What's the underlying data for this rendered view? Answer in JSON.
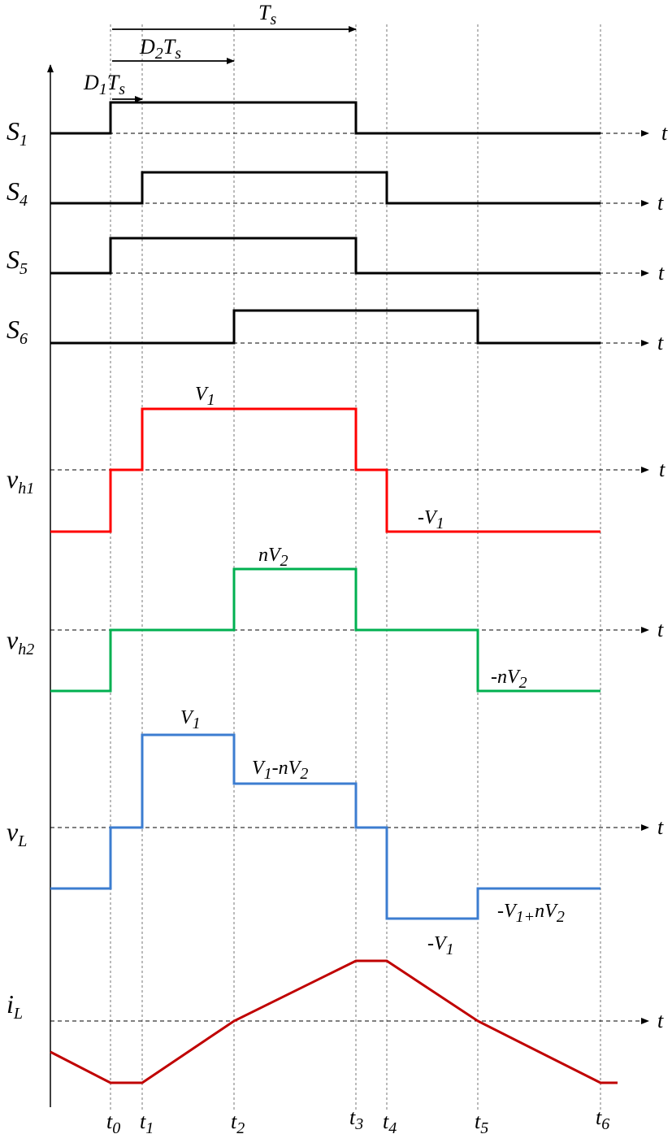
{
  "time_axis_label": "t",
  "time_marks": [
    {
      "id": "t0",
      "base": "t",
      "sub": "0"
    },
    {
      "id": "t1",
      "base": "t",
      "sub": "1"
    },
    {
      "id": "t2",
      "base": "t",
      "sub": "2"
    },
    {
      "id": "t3",
      "base": "t",
      "sub": "3"
    },
    {
      "id": "t4",
      "base": "t",
      "sub": "4"
    },
    {
      "id": "t5",
      "base": "t",
      "sub": "5"
    },
    {
      "id": "t6",
      "base": "t",
      "sub": "6"
    }
  ],
  "period_arrows": [
    {
      "id": "ts",
      "parts": [
        [
          "T",
          ""
        ],
        [
          "s",
          "sub"
        ]
      ]
    },
    {
      "id": "d2ts",
      "parts": [
        [
          "D",
          ""
        ],
        [
          "2",
          "sub"
        ],
        [
          "T",
          ""
        ],
        [
          "s",
          "sub"
        ]
      ]
    },
    {
      "id": "d1ts",
      "parts": [
        [
          "D",
          ""
        ],
        [
          "1",
          "sub"
        ],
        [
          "T",
          ""
        ],
        [
          "s",
          "sub"
        ]
      ]
    }
  ],
  "signals": [
    {
      "id": "s1",
      "base": "S",
      "sub": "1",
      "color": "#000000"
    },
    {
      "id": "s4",
      "base": "S",
      "sub": "4",
      "color": "#000000"
    },
    {
      "id": "s5",
      "base": "S",
      "sub": "5",
      "color": "#000000"
    },
    {
      "id": "s6",
      "base": "S",
      "sub": "6",
      "color": "#000000"
    },
    {
      "id": "vh1",
      "base": "v",
      "sub": "h1",
      "color": "#ff0000"
    },
    {
      "id": "vh2",
      "base": "v",
      "sub": "h2",
      "color": "#00b050"
    },
    {
      "id": "vl",
      "base": "v",
      "sub": "L",
      "color": "#3c7dd0"
    },
    {
      "id": "il",
      "base": "i",
      "sub": "L",
      "color": "#c00000"
    }
  ],
  "annotations": [
    {
      "id": "vh1-high",
      "parts": [
        [
          "V",
          ""
        ],
        [
          "1",
          "sub"
        ]
      ]
    },
    {
      "id": "vh1-low",
      "parts": [
        [
          "-V",
          ""
        ],
        [
          "1",
          "sub"
        ]
      ]
    },
    {
      "id": "vh2-high",
      "parts": [
        [
          "nV",
          ""
        ],
        [
          "2",
          "sub"
        ]
      ]
    },
    {
      "id": "vh2-low",
      "parts": [
        [
          "-nV",
          ""
        ],
        [
          "2",
          "sub"
        ]
      ]
    },
    {
      "id": "vl-v1",
      "parts": [
        [
          "V",
          ""
        ],
        [
          "1",
          "sub"
        ]
      ]
    },
    {
      "id": "vl-diff",
      "parts": [
        [
          "V",
          ""
        ],
        [
          "1",
          "sub"
        ],
        [
          "-nV",
          ""
        ],
        [
          "2",
          "sub"
        ]
      ]
    },
    {
      "id": "vl-neg-v1",
      "parts": [
        [
          "-V",
          ""
        ],
        [
          "1",
          "sub"
        ]
      ]
    },
    {
      "id": "vl-neg-diff",
      "parts": [
        [
          "-V",
          ""
        ],
        [
          "1+",
          "sub"
        ],
        [
          "nV",
          ""
        ],
        [
          "2",
          "sub"
        ]
      ]
    }
  ]
}
